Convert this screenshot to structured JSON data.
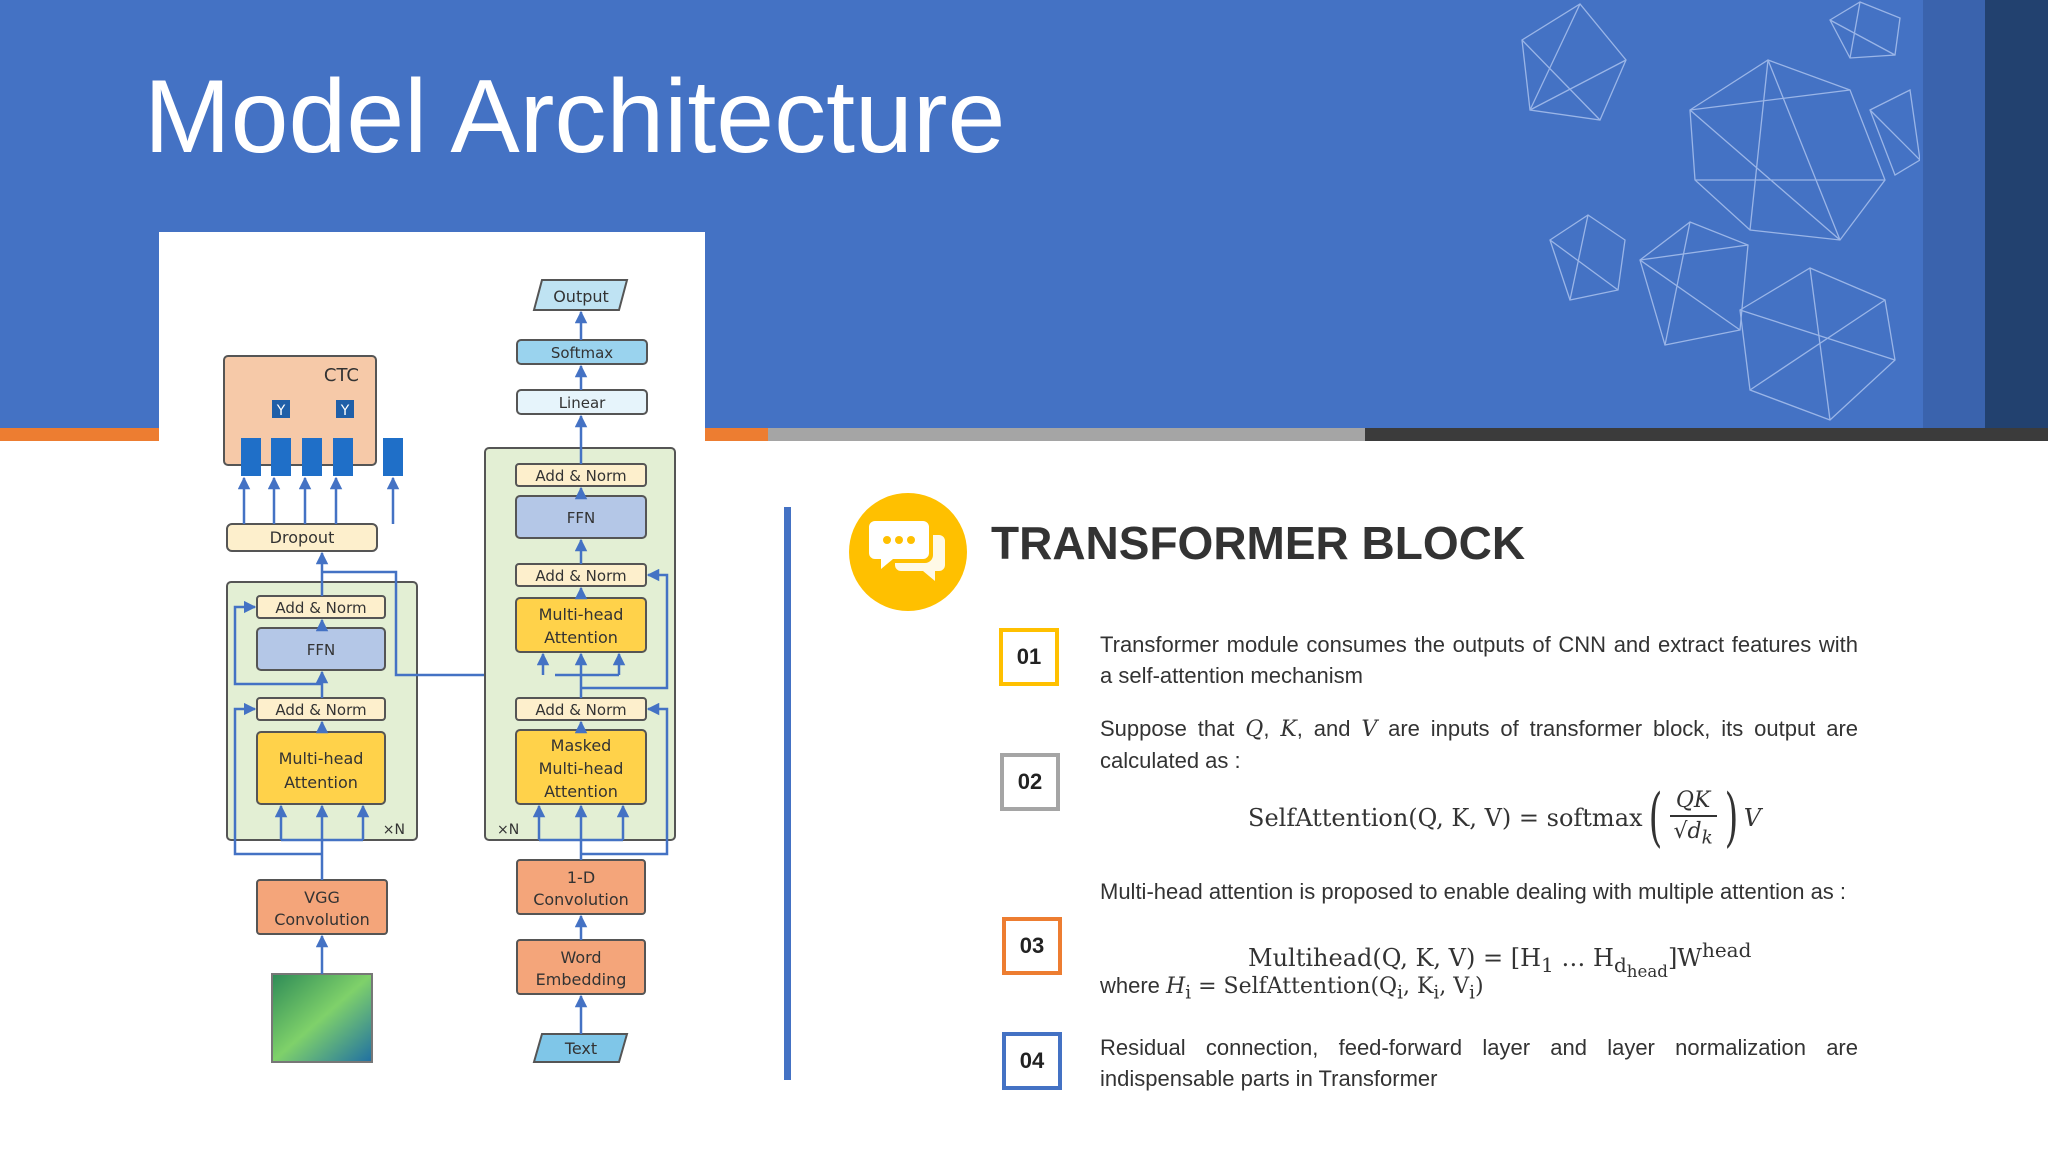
{
  "slide": {
    "title": "Model Architecture",
    "colors": {
      "header": "#4472c4",
      "accent_orange": "#ed7d31",
      "accent_gray": "#a5a5a5",
      "accent_dark": "#3b3b3b",
      "accent_yellow": "#ffc000"
    }
  },
  "diagram": {
    "ctc_label": "CTC",
    "y_label": "Y",
    "dropout": "Dropout",
    "add_norm": "Add & Norm",
    "ffn": "FFN",
    "multihead_line1": "Multi-head",
    "multihead_line2": "Attention",
    "masked_line1": "Masked",
    "masked_line2": "Multi-head",
    "masked_line3": "Attention",
    "xn": "×N",
    "vgg_line1": "VGG",
    "vgg_line2": "Convolution",
    "conv1d_line1": "1-D",
    "conv1d_line2": "Convolution",
    "embed_line1": "Word",
    "embed_line2": "Embedding",
    "text_input": "Text",
    "output": "Output",
    "softmax": "Softmax",
    "linear": "Linear"
  },
  "section": {
    "icon": "chat-bubbles-icon",
    "title": "TRANSFORMER BLOCK",
    "items": [
      {
        "num": "01",
        "text": "Transformer module consumes the outputs of CNN and extract features with a self-attention mechanism"
      },
      {
        "num": "02",
        "text_before": "Suppose that ",
        "q": "Q",
        "comma": ", ",
        "k": "K",
        "and": ", and ",
        "v": "V",
        "text_after": " are inputs of transformer block, its output are calculated as :"
      },
      {
        "num": "03",
        "text": "Multi-head attention is proposed to enable dealing with multiple attention as :"
      },
      {
        "num": "04",
        "text": "Residual connection, feed-forward layer and layer normalization are indispensable parts in Transformer"
      }
    ],
    "formula1": {
      "lhs": "SelfAttention(Q, K, V) = softmax",
      "num": "QK",
      "den": "√d",
      "den_sub": "k",
      "rhs": "V"
    },
    "formula2": {
      "lhs": "Multihead(Q, K, V) = [H",
      "sub1": "1",
      "mid": " … H",
      "sub2": "d",
      "sub2b": "head",
      "close": "]W",
      "sup": "head"
    },
    "where": {
      "prefix": "where ",
      "h": "H",
      "h_sub": "i",
      "rest": " = SelfAttention(Q",
      "q_sub": "i",
      "k": ", K",
      "k_sub": "i",
      "v": ", V",
      "v_sub": "i",
      "end": ")"
    }
  }
}
